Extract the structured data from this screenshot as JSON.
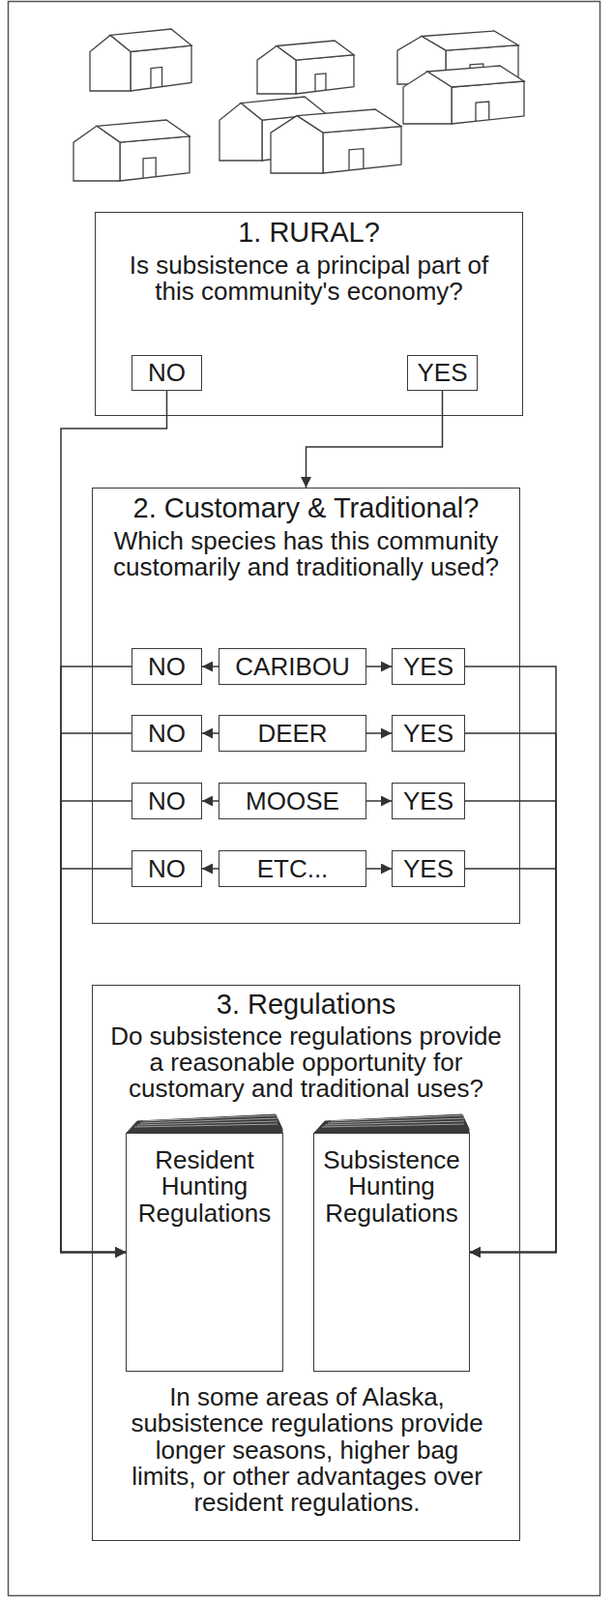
{
  "diagram": {
    "nodes": [
      {
        "text": [
          "1. RURAL?",
          "Is subsistence a principal part of this community's economy?"
        ]
      },
      {
        "text": [
          "NO"
        ],
        "in": 0
      },
      {
        "text": [
          "YES"
        ],
        "in": 0
      },
      {
        "text": [
          "2. Customary & Traditional?",
          "Which species has this community customarily and traditionally used?"
        ]
      },
      {
        "text": [
          "NO"
        ],
        "in": 3
      },
      {
        "text": [
          "CARIBOU"
        ],
        "in": 3
      },
      {
        "text": [
          "YES"
        ],
        "in": 3
      },
      {
        "text": [
          "NO"
        ],
        "in": 3
      },
      {
        "text": [
          "DEER"
        ],
        "in": 3
      },
      {
        "text": [
          "YES"
        ],
        "in": 3
      },
      {
        "text": [
          "NO"
        ],
        "in": 3
      },
      {
        "text": [
          "MOOSE"
        ],
        "in": 3
      },
      {
        "text": [
          "YES"
        ],
        "in": 3
      },
      {
        "text": [
          "NO"
        ],
        "in": 3
      },
      {
        "text": [
          "ETC..."
        ],
        "in": 3
      },
      {
        "text": [
          "YES"
        ],
        "in": 3
      },
      {
        "text": [
          "3. Regulations",
          "Do subsistence regulations provide a reasonable opportunity for customary and traditional uses?",
          "In some areas of Alaska, subsistence regulations provide longer seasons, higher bag limits, or other advantages over resident regulations."
        ]
      },
      {
        "text": [
          "Resident Hunting Regulations"
        ],
        "in": 16
      },
      {
        "text": [
          "Subsistence Hunting Regulations"
        ],
        "in": 16
      }
    ],
    "edges": [
      {
        "from": 2,
        "to": 3,
        "arrow": "to"
      },
      {
        "from": 1,
        "to": 17,
        "arrow": "to"
      },
      {
        "from": 5,
        "to": 4,
        "arrow": "to"
      },
      {
        "from": 5,
        "to": 6,
        "arrow": "to"
      },
      {
        "from": 8,
        "to": 7,
        "arrow": "to"
      },
      {
        "from": 8,
        "to": 9,
        "arrow": "to"
      },
      {
        "from": 11,
        "to": 10,
        "arrow": "to"
      },
      {
        "from": 11,
        "to": 12,
        "arrow": "to"
      },
      {
        "from": 14,
        "to": 13,
        "arrow": "to"
      },
      {
        "from": 14,
        "to": 15,
        "arrow": "to"
      },
      {
        "from": 4,
        "to": 17,
        "arrow": "to"
      },
      {
        "from": 7,
        "to": 17,
        "arrow": "to"
      },
      {
        "from": 10,
        "to": 17,
        "arrow": "to"
      },
      {
        "from": 13,
        "to": 17,
        "arrow": "to"
      },
      {
        "from": 6,
        "to": 18,
        "arrow": "to"
      },
      {
        "from": 9,
        "to": 18,
        "arrow": "to"
      },
      {
        "from": 12,
        "to": 18,
        "arrow": "to"
      },
      {
        "from": 15,
        "to": 18,
        "arrow": "to"
      }
    ]
  }
}
